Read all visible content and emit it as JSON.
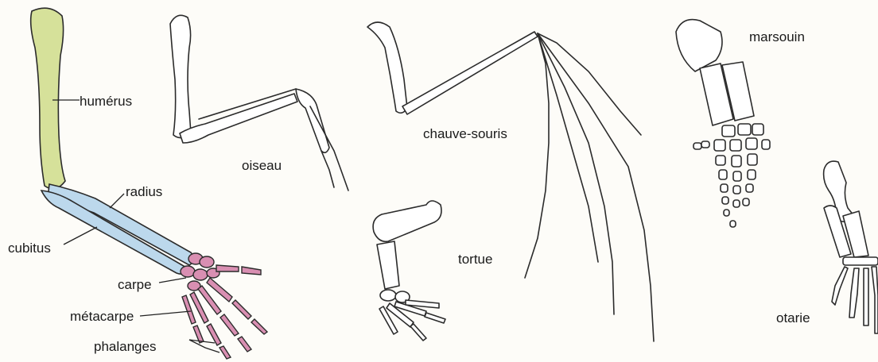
{
  "colors": {
    "humerus": "#d6e19a",
    "radius_ulna": "#bcd8ec",
    "hand": "#d98fb2",
    "outline": "#2b2b2b",
    "background": "#fdfcf8"
  },
  "labels": {
    "humerus": "humérus",
    "radius": "radius",
    "cubitus": "cubitus",
    "carpe": "carpe",
    "metacarpe": "métacarpe",
    "phalanges": "phalanges",
    "oiseau": "oiseau",
    "chauve_souris": "chauve-souris",
    "tortue": "tortue",
    "marsouin": "marsouin",
    "otarie": "otarie"
  }
}
